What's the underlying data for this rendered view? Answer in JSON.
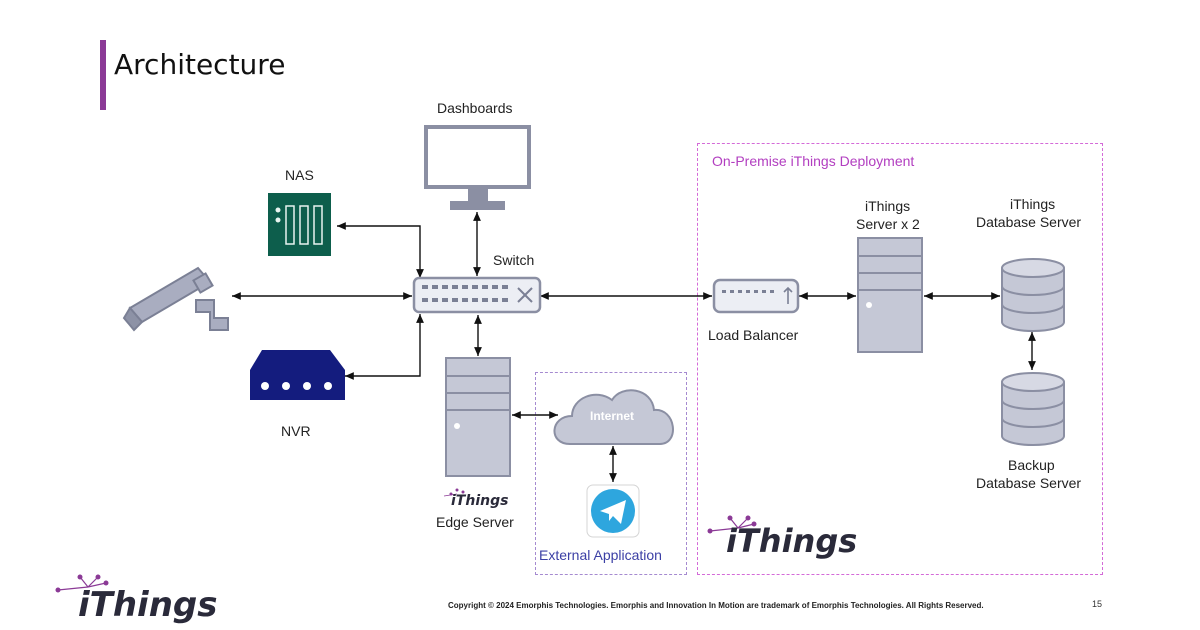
{
  "slide": {
    "title": "Architecture",
    "page_number": "15",
    "footer": "Copyright © 2024 Emorphis Technologies. Emorphis and Innovation In Motion are trademark of Emorphis Technologies. All Rights Reserved."
  },
  "brand": {
    "name": "iThings",
    "accent_color": "#8b3a96",
    "group_border_color": "#d46ad8"
  },
  "labels": {
    "dashboards": "Dashboards",
    "nas": "NAS",
    "switch": "Switch",
    "nvr": "NVR",
    "edge_server_line2": "Edge Server",
    "internet": "Internet",
    "external_application": "External Application",
    "onprem_group": "On-Premise iThings Deployment",
    "load_balancer": "Load Balancer",
    "server_line1": "iThings",
    "server_line2": "Server x 2",
    "db_line1": "iThings",
    "db_line2": "Database Server",
    "backup_line1": "Backup",
    "backup_line2": "Database Server"
  },
  "icons": [
    "cctv-camera-icon",
    "nas-icon",
    "nvr-icon",
    "monitor-icon",
    "network-switch-icon",
    "server-tower-icon",
    "cloud-icon",
    "telegram-icon",
    "load-balancer-icon",
    "database-icon"
  ]
}
